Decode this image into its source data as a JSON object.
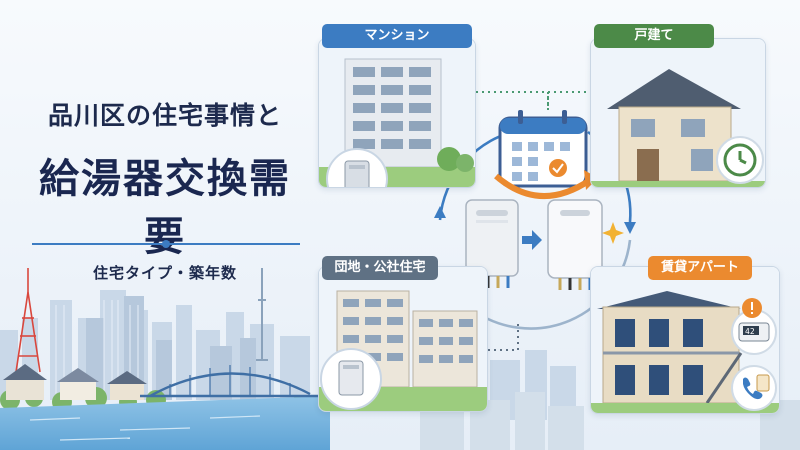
{
  "title": {
    "line1": "品川区の住宅事情と",
    "line2": "給湯器交換需要"
  },
  "subtitle": "住宅タイプ・築年数",
  "cards": {
    "mansion": {
      "label": "マンション"
    },
    "detached": {
      "label": "戸建て"
    },
    "danchi": {
      "label": "団地・公社住宅"
    },
    "apartment": {
      "label": "賃貸アパート"
    }
  },
  "remote_display": "42",
  "colors": {
    "navy": "#1d2a4d",
    "blue": "#3c7cc2",
    "green": "#4c8a48",
    "gray": "#5f7184",
    "orange": "#eb8a2f"
  }
}
